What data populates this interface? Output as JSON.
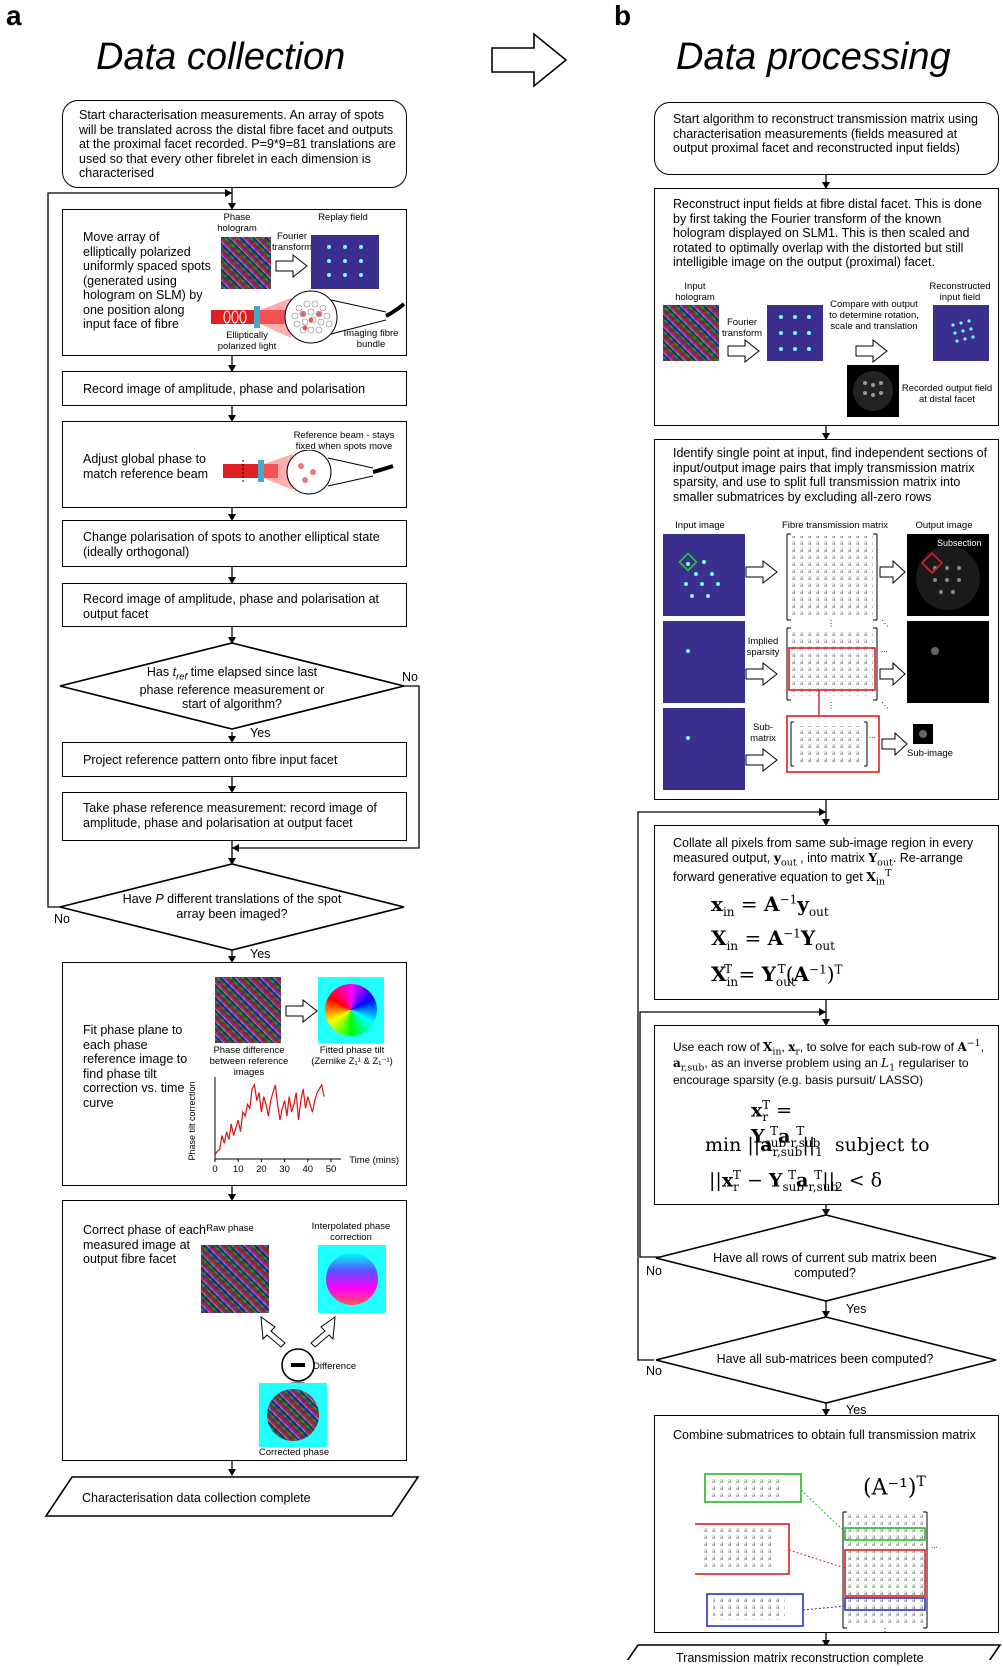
{
  "panel_a": {
    "letter": "a",
    "title": "Data collection",
    "start": "Start characterisation measurements. An array of spots will be translated across the distal fibre facet and outputs at the proximal facet recorded. P=9*9=81 translations are used so that every other fibrelet in each dimension is characterised",
    "move_text": "Move array of elliptically  polarized uniformly  spaced spots (generated using hologram on SLM) by one position along  input face of fibre",
    "phase_hologram": "Phase hologram",
    "fourier_transform": "Fourier transform",
    "replay_field": "Replay field",
    "elliptically_polarized": "Elliptically polarized light",
    "imaging_bundle": "Imaging fibre bundle",
    "record1": "Record image of amplitude, phase and polarisation",
    "adjust": "Adjust global phase to match reference beam",
    "reference_beam_note": "Reference beam - stays fixed when spots move",
    "change_pol": "Change polarisation of spots to another elliptical state (ideally orthogonal)",
    "record2": "Record image of amplitude, phase and polarisation at output facet",
    "decision1_pre": "Has ",
    "decision1_t": "t",
    "decision1_sub": "ref",
    "decision1_post": " time elapsed since last phase reference measurement or start of algorithm?",
    "no": "No",
    "yes": "Yes",
    "project": "Project reference pattern onto fibre input facet",
    "take_ref": "Take phase reference measurement: record image of amplitude, phase and polarisation at output facet",
    "decision2_pre": "Have ",
    "decision2_p": "P",
    "decision2_post": " different translations of the spot array been imaged?",
    "fit_text": "Fit phase plane to each phase reference image to find phase tilt correction vs. time curve",
    "phase_diff": "Phase difference between reference images",
    "fitted_tilt": "Fitted phase tilt (Zernike Z₁¹ & Z₁⁻¹)",
    "phase_tilt_correction": "Phase tilt correction",
    "time_axis": "Time (mins)",
    "correct_text": "Correct phase of each measured image at output fibre facet",
    "raw_phase": "Raw phase",
    "interp_phase": "Interpolated phase correction",
    "difference": "Difference",
    "corrected_phase": "Corrected phase",
    "end": "Characterisation data collection complete"
  },
  "chart_data": {
    "type": "line",
    "xlabel": "Time (mins)",
    "ylabel": "Phase tilt correction",
    "xticks": [
      0,
      10,
      20,
      30,
      40,
      50
    ],
    "xlim": [
      0,
      50
    ],
    "x": [
      0,
      1,
      2,
      3,
      4,
      5,
      6,
      7,
      8,
      9,
      10,
      11,
      12,
      13,
      14,
      15,
      16,
      17,
      18,
      19,
      20,
      21,
      22,
      23,
      24,
      25,
      26,
      27,
      28,
      29,
      30,
      31,
      32,
      33,
      34,
      35,
      36,
      37,
      38,
      39,
      40,
      41,
      42,
      43,
      44,
      45,
      46,
      47
    ],
    "y": [
      0.05,
      0.1,
      0.12,
      0.3,
      0.2,
      0.35,
      0.25,
      0.45,
      0.3,
      0.4,
      0.5,
      0.35,
      0.6,
      0.55,
      0.7,
      0.65,
      0.9,
      0.95,
      0.75,
      0.85,
      0.6,
      0.8,
      0.7,
      0.55,
      0.75,
      0.85,
      0.95,
      0.7,
      0.5,
      0.65,
      0.75,
      0.55,
      0.8,
      0.6,
      0.7,
      0.85,
      0.5,
      0.75,
      0.9,
      0.65,
      0.8,
      0.7,
      0.6,
      0.75,
      0.85,
      0.9,
      0.95,
      0.8
    ],
    "color": "#dd1111"
  },
  "panel_b": {
    "letter": "b",
    "title": "Data processing",
    "start": "Start algorithm to reconstruct transmission matrix using characterisation measurements (fields measured at output proximal facet and reconstructed input fields)",
    "reconstruct": "Reconstruct input fields at fibre distal facet. This is done by first taking the Fourier transform of the known hologram displayed on SLM1.  This is then scaled and rotated to optimally overlap with the distorted but still intelligible image on the output (proximal) facet.",
    "input_hologram": "Input hologram",
    "fourier_transform": "Fourier transform",
    "compare": "Compare with output to determine rotation, scale and translation",
    "reconstructed_input": "Reconstructed input field",
    "recorded_output": "Recorded output field at distal facet",
    "identify": "Identify single point at input, find independent sections of  input/output image pairs that imply transmission matrix sparsity, and use to split full transmission matrix into smaller submatrices by excluding all-zero rows",
    "input_image": "Input image",
    "fibre_tm": "Fibre transmission matrix",
    "output_image": "Output image",
    "subsection": "Subsection",
    "implied_sparsity": "Implied sparsity",
    "sub_matrix": "Sub-matrix",
    "sub_image": "Sub-image",
    "collate_1": "Collate all pixels from same sub-image region in every measured output, ",
    "collate_y": "y",
    "collate_ysub": "out",
    "collate_2": " , into matrix ",
    "collate_Y": "Y",
    "collate_Ysub": "out",
    "collate_3": ". Re-arrange  forward generative equation to get ",
    "collate_X": "X",
    "collate_Xsub": "in",
    "collate_Xsup": "T",
    "eq1": "x_in = A⁻¹ y_out",
    "eq2": "X_in = A⁻¹ Y_out",
    "eq3": "X_in^T = Y_out^T (A⁻¹)^T",
    "use_each_1": "Use each row of ",
    "use_each_2": ", to solve for each sub-row of ",
    "use_each_3": ", as an inverse problem using an ",
    "use_each_4": " regulariser to encourage sparsity (e.g. basis pursuit/ LASSO)",
    "use_xin": "X",
    "use_xin_sub": "in",
    "use_xr": "x",
    "use_xr_sub": "r",
    "use_A": "A",
    "use_A_sup": "−1",
    "use_a": "a",
    "use_a_sub": "r,sub",
    "use_L": "L",
    "use_L_sub": "1",
    "eq4": "x_r^T = Y_sub^T a_r,sub^T",
    "eq5a": "min ||a_r,sub||₁",
    "eq5b": "subject to",
    "eq6": "||x_r^T − Y_sub^T a_r,sub^T||₂ < δ",
    "decision_rows": "Have all rows of current sub matrix been computed?",
    "decision_sub": "Have all sub-matrices been computed?",
    "no": "No",
    "yes": "Yes",
    "combine": "Combine submatrices to obtain full transmission matrix",
    "ainv_label": "(A⁻¹)",
    "ainv_sup": "T",
    "end": "Transmission matrix reconstruction complete"
  },
  "colors": {
    "red": "#e02020",
    "green": "#22bb22",
    "blue": "#2233cc",
    "spots_bg": "#3a2f8f",
    "cyan": "#22ffff"
  }
}
